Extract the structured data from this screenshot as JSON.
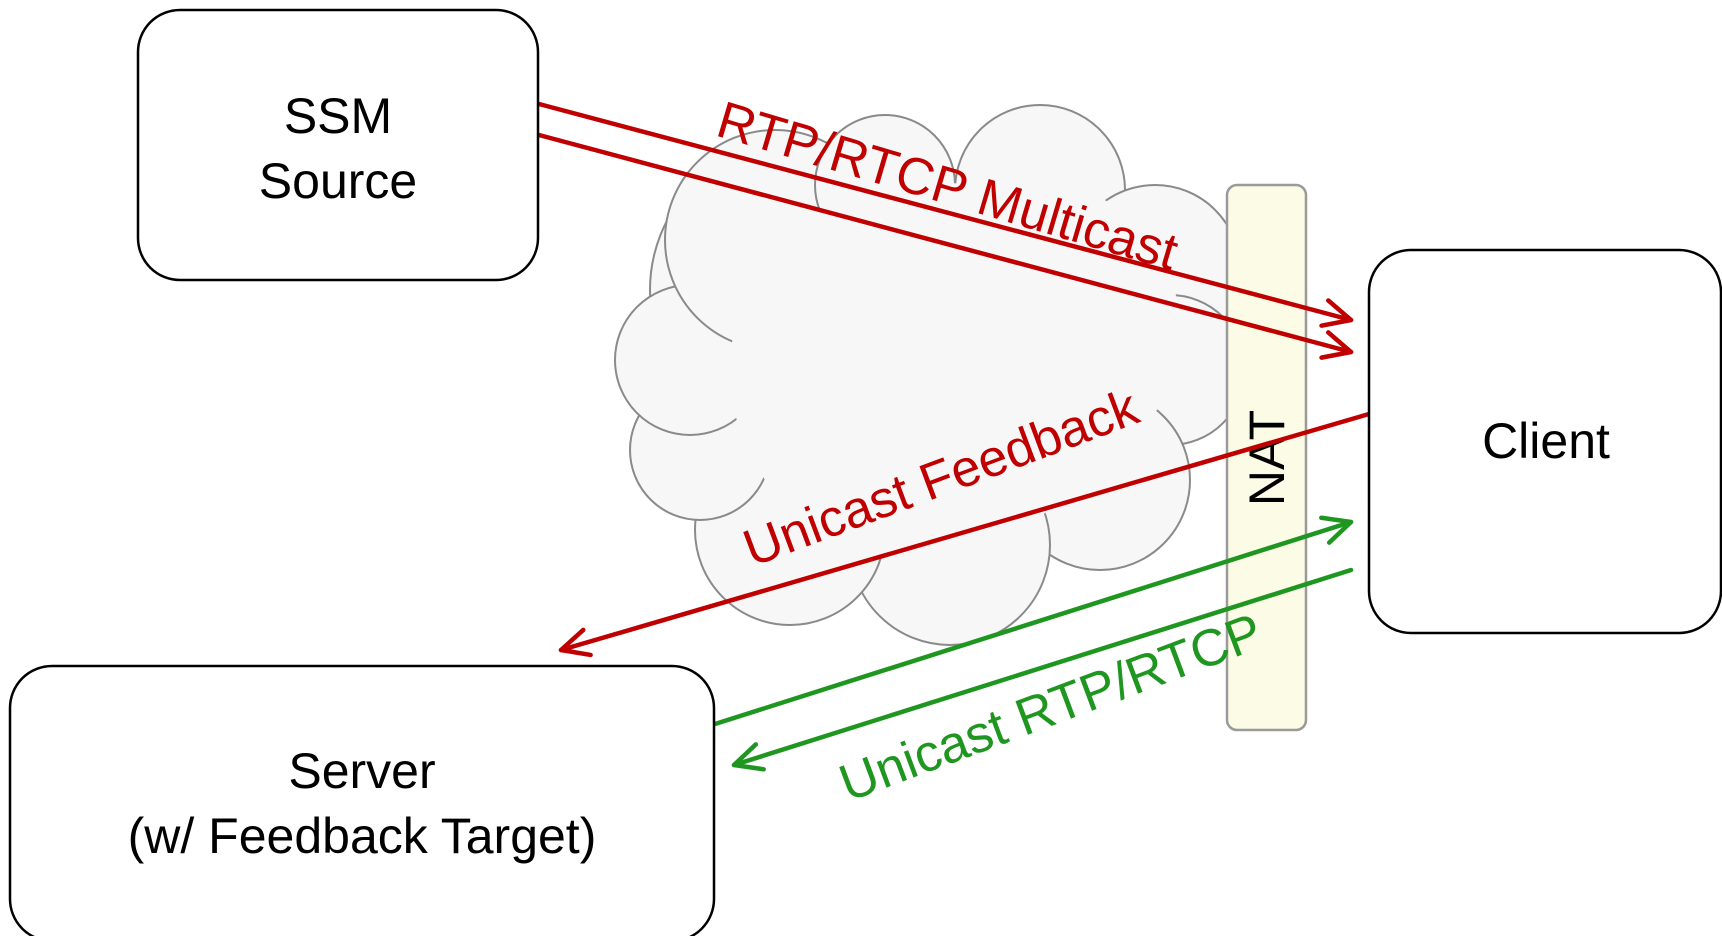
{
  "colors": {
    "multicast": "#c00000",
    "feedback": "#c00000",
    "unicast": "#1f961f",
    "nat_fill": "#fbfbe6",
    "nat_stroke": "#9a9a9a",
    "cloud_fill": "#f7f7f7",
    "cloud_stroke": "#8a8a8a"
  },
  "nodes": {
    "ssm_source": {
      "line1": "SSM",
      "line2": "Source"
    },
    "client": {
      "label": "Client"
    },
    "server": {
      "line1": "Server",
      "line2": "(w/ Feedback Target)"
    },
    "nat": {
      "label": "NAT"
    }
  },
  "edges": {
    "multicast": {
      "label": "RTP/RTCP Multicast"
    },
    "feedback": {
      "label": "Unicast Feedback"
    },
    "unicast_rtp": {
      "label": "Unicast RTP/RTCP"
    }
  },
  "icons": {
    "cloud": "network-cloud-icon"
  }
}
